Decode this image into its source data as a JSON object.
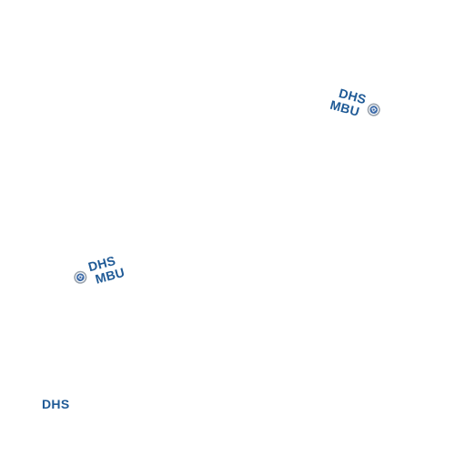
{
  "colors": {
    "brand_blue": "#1f5a96",
    "seal_ring": "#9aa3ad",
    "seal_fill": "#3c6aa8",
    "background": "#ffffff"
  },
  "logo_top_right": {
    "line_1": "DHS",
    "line_2": "MBU",
    "icon": "dhs-seal-icon"
  },
  "logo_middle_left": {
    "line_1": "DHS",
    "line_2": "MBU",
    "icon": "dhs-seal-icon"
  },
  "label_bottom_left": {
    "text": "DHS"
  }
}
